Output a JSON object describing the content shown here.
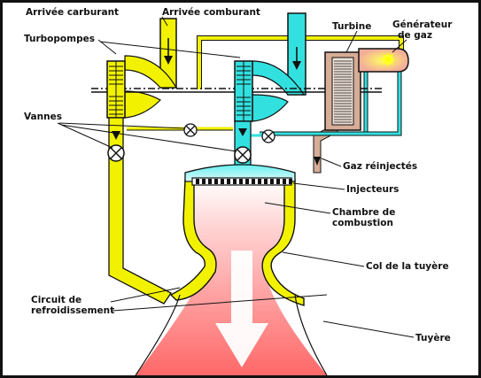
{
  "diagram": {
    "title": "",
    "labels": {
      "fuel_inlet": "Arrivée carburant",
      "oxidizer_inlet": "Arrivée comburant",
      "turbine": "Turbine",
      "gas_generator_line1": "Générateur",
      "gas_generator_line2": "de gaz",
      "turbopumps": "Turbopompes",
      "valves": "Vannes",
      "reinjected_gas": "Gaz réinjectés",
      "injectors": "Injecteurs",
      "combustion_chamber_line1": "Chambre de",
      "combustion_chamber_line2": "combustion",
      "nozzle_throat": "Col de la tuyère",
      "cooling_circuit_line1": "Circuit de",
      "cooling_circuit_line2": "refroidissement",
      "nozzle": "Tuyère"
    },
    "colors": {
      "fuel": "#f2f200",
      "oxidizer": "#33e0e0",
      "turbine": "#d6ad96",
      "hot_gas": "#ff6a6a",
      "gas_generator": "#f3ad9a",
      "border": "#111111"
    }
  }
}
